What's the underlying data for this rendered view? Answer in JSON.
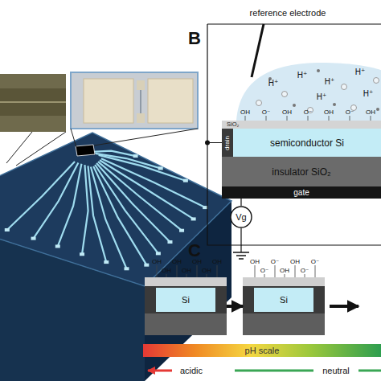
{
  "diagram": {
    "nodes": [
      {
        "text": [
          "SiO₂"
        ]
      },
      {
        "text": [
          "drain"
        ]
      },
      {
        "text": [
          "semiconductor Si"
        ]
      },
      {
        "text": [
          "insulator SiO₂"
        ]
      },
      {
        "text": [
          "gate"
        ]
      },
      {
        "text": [
          "Vg"
        ]
      },
      {
        "text": [
          "Si"
        ]
      },
      {
        "text": [
          "Si"
        ]
      },
      {
        "text": [
          "pH scale"
        ]
      }
    ],
    "edges": [
      {
        "from": 4,
        "to": 5,
        "arrow": "none"
      },
      {
        "from": 1,
        "to": 5,
        "arrow": "none"
      },
      {
        "from": 6,
        "to": 7,
        "arrow": "to"
      }
    ],
    "labels": [
      "B",
      "reference electrode",
      "H⁺",
      "H⁺",
      "H⁺",
      "H⁺",
      "H⁺",
      "H⁺",
      "OH",
      "O⁻",
      "OH",
      "O⁻",
      "OH",
      "O⁻",
      "OH",
      "C",
      "OH",
      "OH",
      "OH",
      "OH",
      "OH",
      "OH",
      "OH",
      "OH",
      "O⁻",
      "OH",
      "O⁻",
      "O⁻",
      "OH",
      "O⁻",
      "acidic",
      "neutral"
    ]
  }
}
